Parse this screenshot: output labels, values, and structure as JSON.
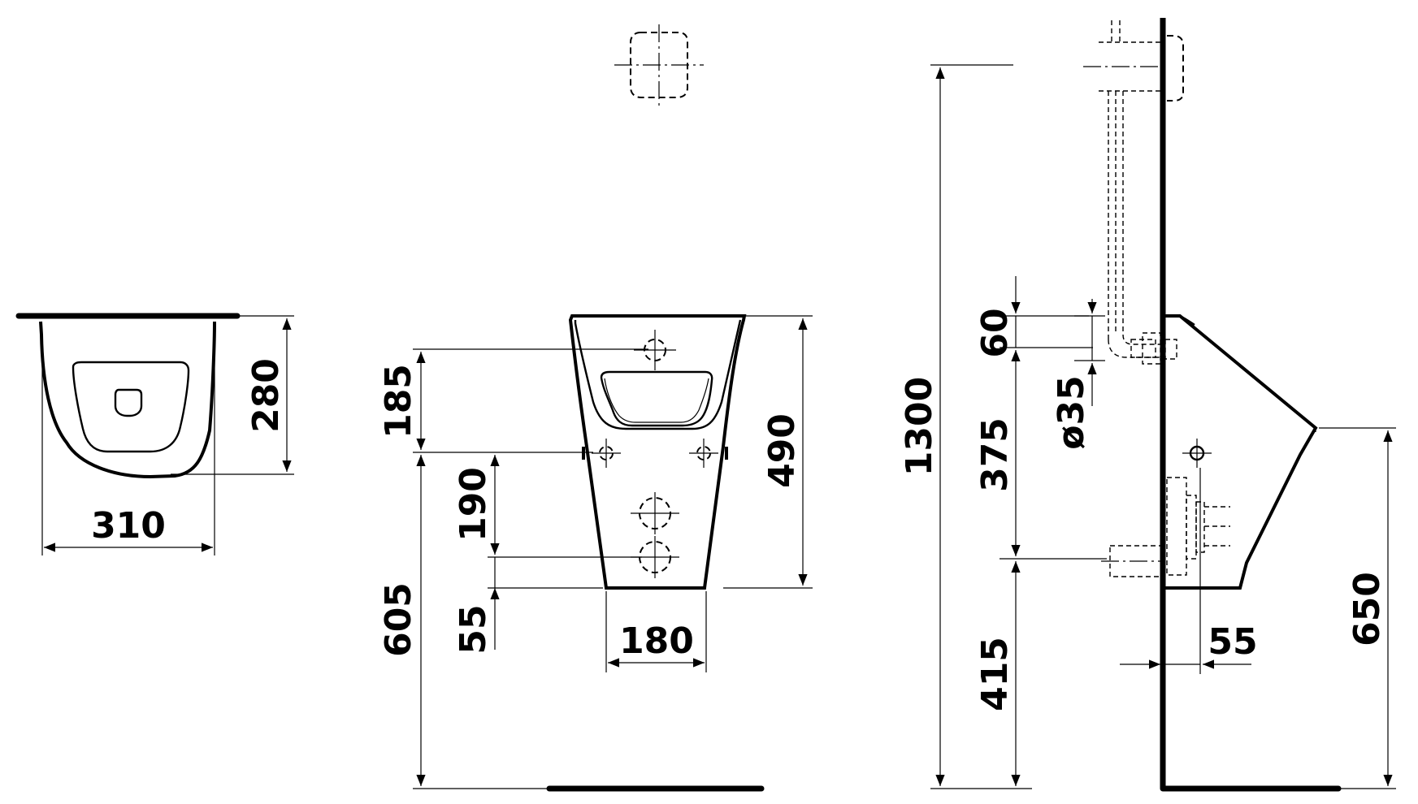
{
  "drawing": {
    "background": "#ffffff",
    "line_color": "#000000",
    "views": {
      "top_view": {
        "dim_width": "310",
        "dim_depth": "280"
      },
      "front_view": {
        "dim_185": "185",
        "dim_190": "190",
        "dim_55": "55",
        "dim_605": "605",
        "dim_490": "490",
        "dim_180": "180"
      },
      "side_view": {
        "dim_1300": "1300",
        "dim_60": "60",
        "dim_d35": "ø35",
        "dim_375": "375",
        "dim_415": "415",
        "dim_650": "650",
        "dim_55": "55"
      }
    }
  }
}
